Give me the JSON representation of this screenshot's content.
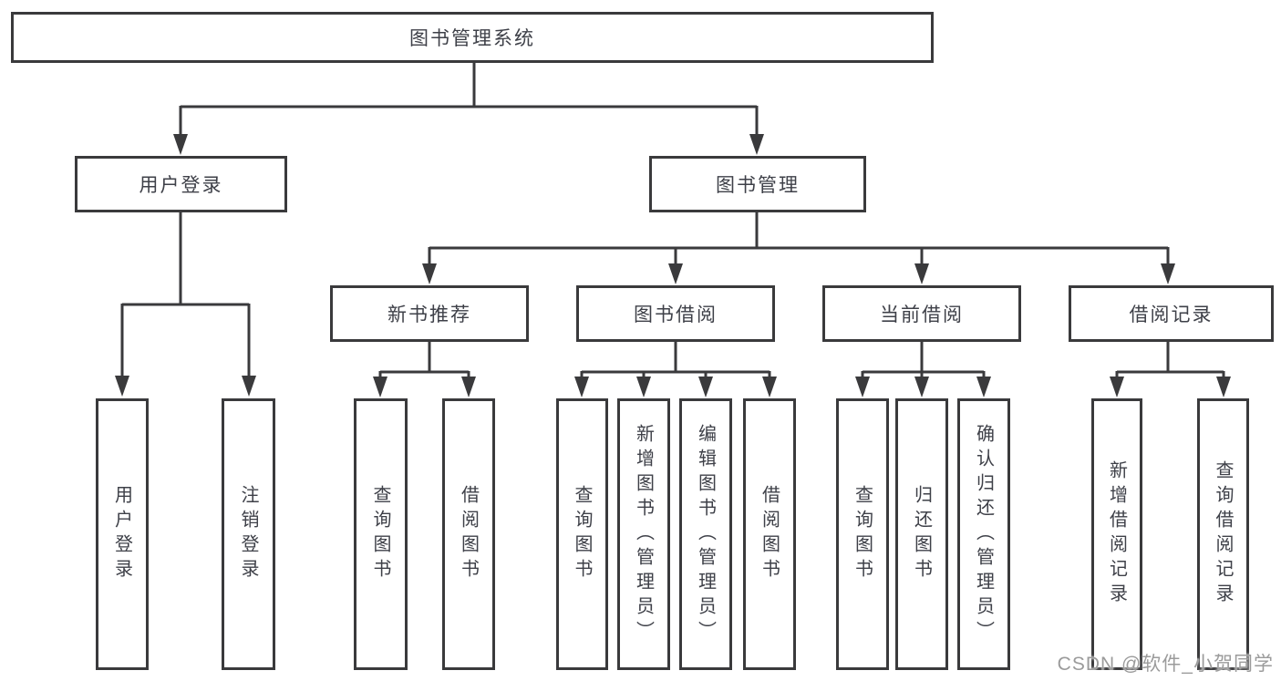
{
  "colors": {
    "line": "#3a3a3c",
    "text": "#3e4048",
    "watermark_text": "#9b9b9b",
    "box_background": "#ffffff"
  },
  "watermark": "CSDN @软件_小贺同学",
  "tree": {
    "root": {
      "label": "图书管理系统"
    },
    "branches": [
      {
        "label": "用户登录",
        "leaves": [
          {
            "label": "用户登录"
          },
          {
            "label": "注销登录"
          }
        ]
      },
      {
        "label": "图书管理",
        "groups": [
          {
            "label": "新书推荐",
            "leaves": [
              {
                "label": "查询图书"
              },
              {
                "label": "借阅图书"
              }
            ]
          },
          {
            "label": "图书借阅",
            "leaves": [
              {
                "label": "查询图书"
              },
              {
                "label": "新增图书（管理员）"
              },
              {
                "label": "编辑图书（管理员）"
              },
              {
                "label": "借阅图书"
              }
            ]
          },
          {
            "label": "当前借阅",
            "leaves": [
              {
                "label": "查询图书"
              },
              {
                "label": "归还图书"
              },
              {
                "label": "确认归还（管理员）"
              }
            ]
          },
          {
            "label": "借阅记录",
            "leaves": [
              {
                "label": "新增借阅记录"
              },
              {
                "label": "查询借阅记录"
              }
            ]
          }
        ]
      }
    ]
  }
}
